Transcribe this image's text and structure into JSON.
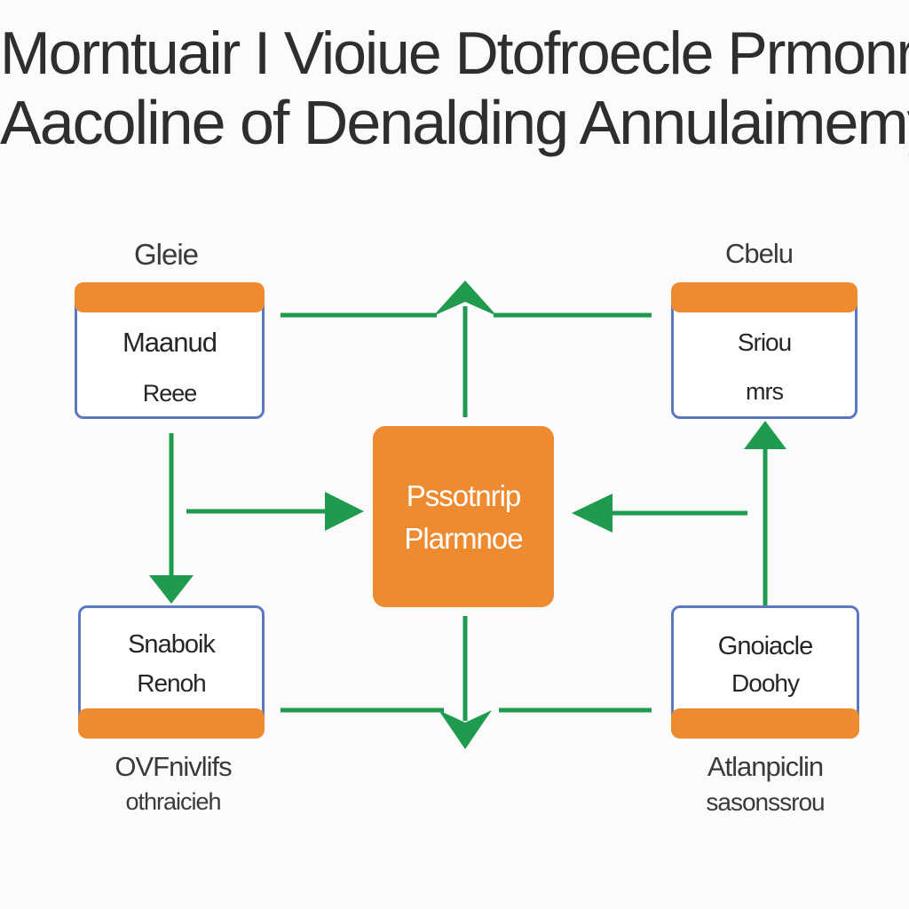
{
  "title": {
    "line1": "Morntuair I Vioiue Dtofroecle Prmonr",
    "line2": "Aacoline of Denalding Annulaimemy"
  },
  "nodes": {
    "top_left": {
      "caption": "Gleie",
      "line1": "Maanud",
      "line2": "Reee"
    },
    "top_right": {
      "caption": "Cbelu",
      "line1": "Sriou",
      "line2": "mrs"
    },
    "bottom_left": {
      "line1": "Snaboik",
      "line2": "Renoh",
      "caption_line1": "OVFnivlifs",
      "caption_line2": "othraicieh"
    },
    "bottom_right": {
      "line1": "Gnoiacle",
      "line2": "Doohy",
      "caption_line1": "Atlanpiclin",
      "caption_line2": "sasonssrou"
    },
    "center": {
      "line1": "Pssotnrip",
      "line2": "Plarmnoe"
    }
  },
  "colors": {
    "accent": "#ee8a2f",
    "frame": "#5b78c2",
    "arrow": "#1f9b4f",
    "text": "#2b2b2b"
  }
}
